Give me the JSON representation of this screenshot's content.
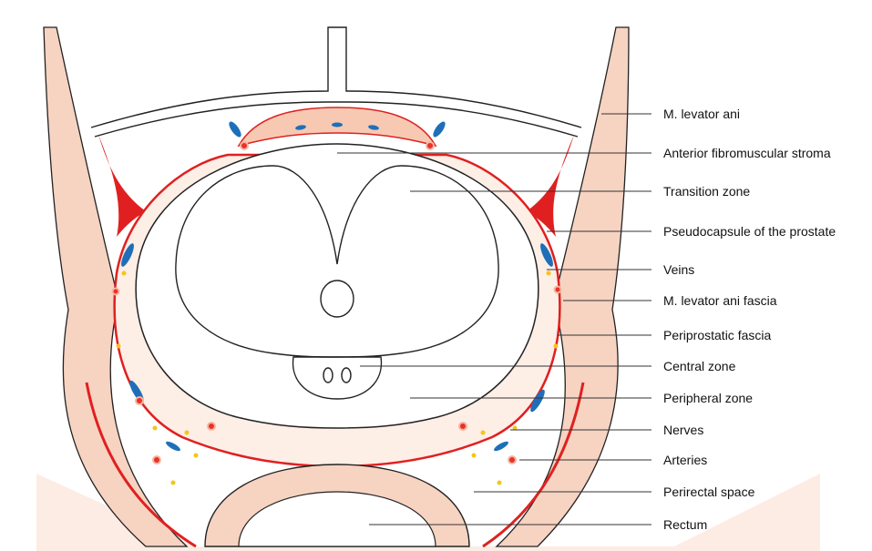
{
  "labels": {
    "levator_ani": "M. levator ani",
    "anterior_fibromuscular_stroma": "Anterior fibromuscular stroma",
    "transition_zone": "Transition zone",
    "pseudocapsule": "Pseudocapsule of the prostate",
    "veins": "Veins",
    "levator_ani_fascia": "M. levator ani fascia",
    "periprostatic_fascia": "Periprostatic fascia",
    "central_zone": "Central zone",
    "peripheral_zone": "Peripheral zone",
    "nerves": "Nerves",
    "arteries": "Arteries",
    "perirectal_space": "Perirectal space",
    "rectum": "Rectum"
  },
  "colors": {
    "muscle": "#f7d3c2",
    "muscle_light": "#fbe6dc",
    "fascia_red": "#e02020",
    "vein_blue": "#1f6fb8",
    "artery_red": "#e8322a",
    "nerve_yellow": "#f5c518",
    "stroma_orange": "#f28a5c",
    "outline": "#222222"
  }
}
